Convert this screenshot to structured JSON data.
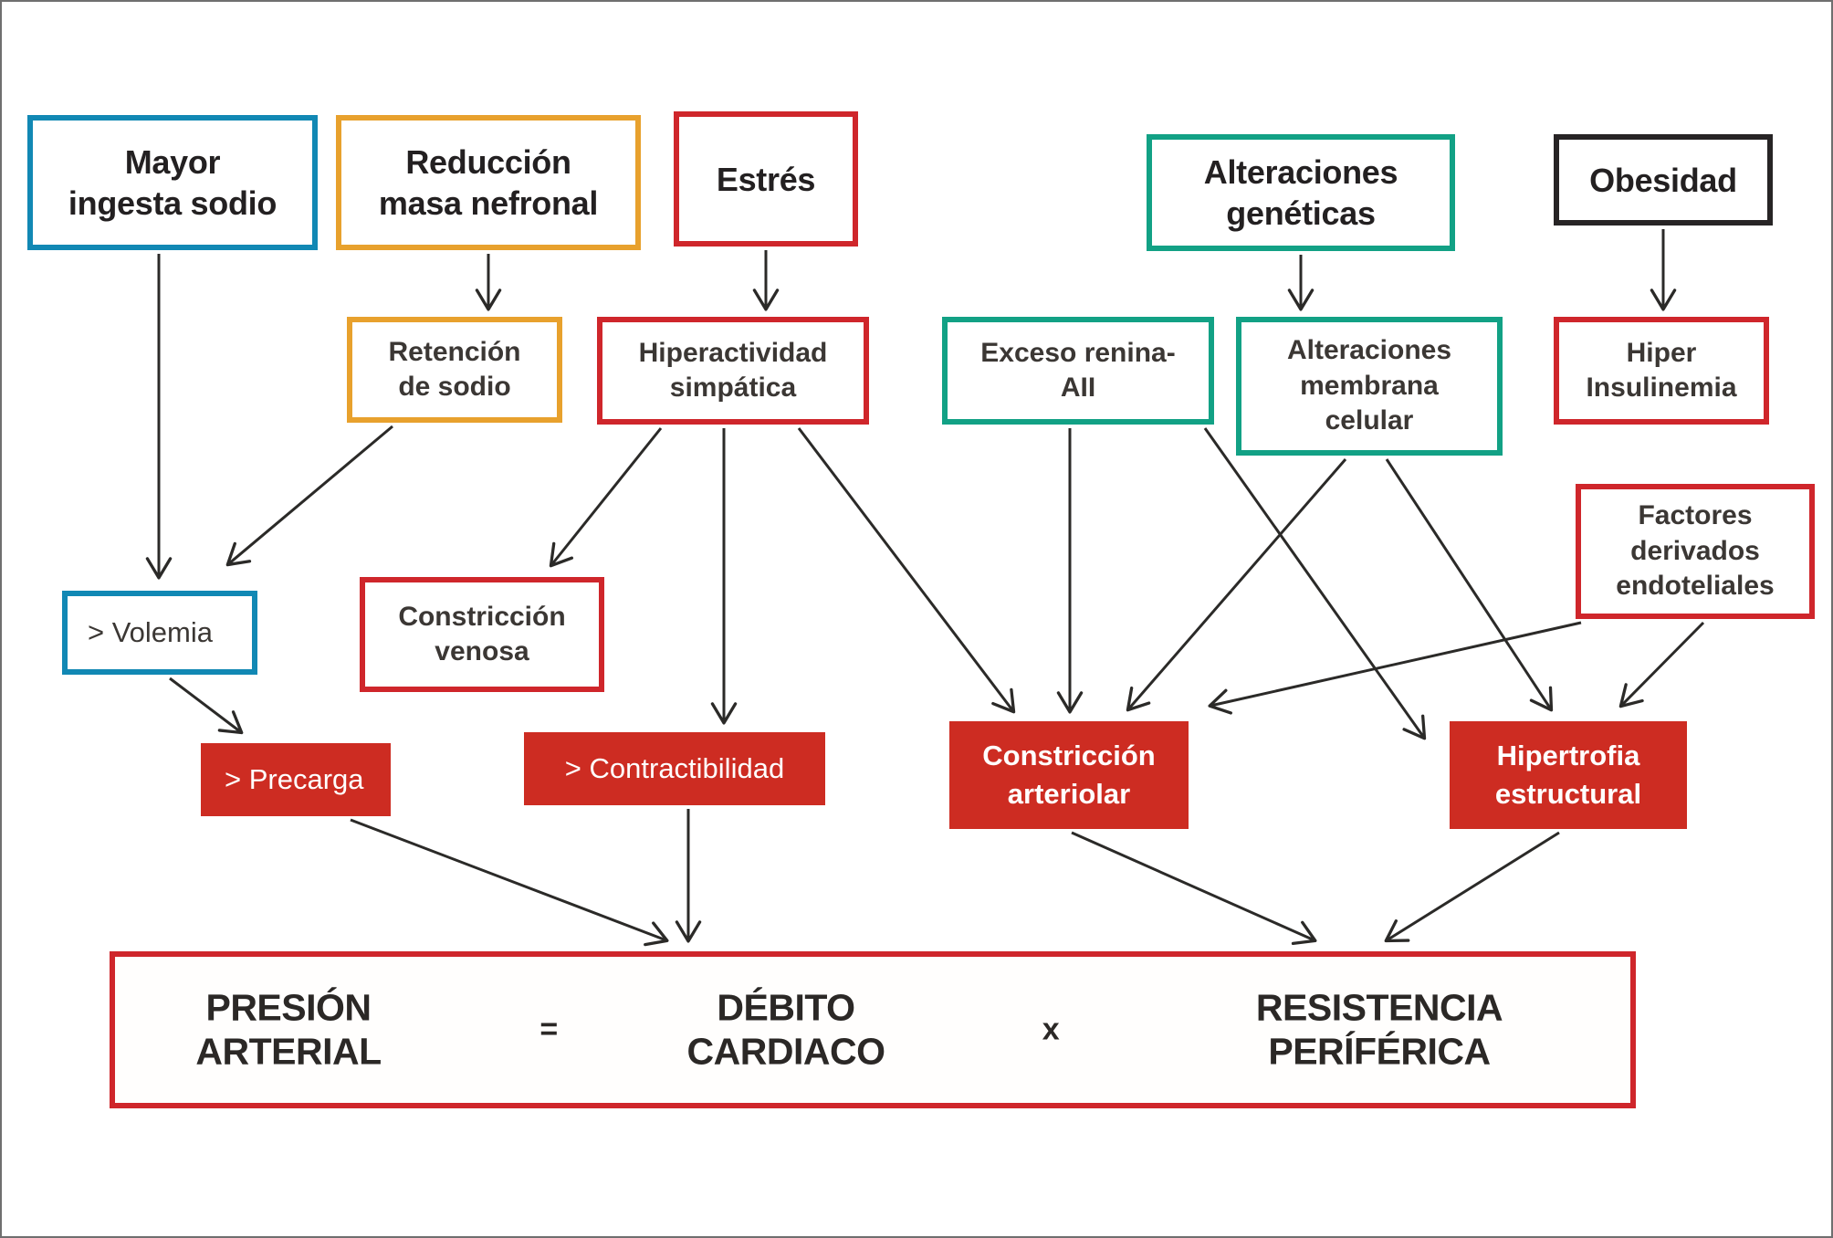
{
  "diagram": {
    "nodes": {
      "mayor_ingesta_sodio": {
        "label": "Mayor\ningesta sodio",
        "border_color": "#1188b4"
      },
      "reduccion_masa_nefronal": {
        "label": "Reducción\nmasa nefronal",
        "border_color": "#e8a12d"
      },
      "estres": {
        "label": "Estrés",
        "border_color": "#cf262b"
      },
      "alteraciones_geneticas": {
        "label": "Alteraciones\ngenéticas",
        "border_color": "#12a185"
      },
      "obesidad": {
        "label": "Obesidad",
        "border_color": "#272425"
      },
      "retencion_sodio": {
        "label": "Retención\nde sodio",
        "border_color": "#e8a12d"
      },
      "hiperactividad_simpatica": {
        "label": "Hiperactividad\nsimpática",
        "border_color": "#cf262b"
      },
      "exceso_renina_aii": {
        "label": "Exceso renina-\nAII",
        "border_color": "#12a185"
      },
      "alteraciones_membrana_celular": {
        "label": "Alteraciones\nmembrana\ncelular",
        "border_color": "#12a185"
      },
      "hiper_insulinemia": {
        "label": "Hiper\nInsulinemia",
        "border_color": "#cf262b"
      },
      "volemia": {
        "label": "> Volemia",
        "border_color": "#1188b4"
      },
      "constriccion_venosa": {
        "label": "Constricción\nvenosa",
        "border_color": "#cf262b"
      },
      "factores_derivados_endoteliales": {
        "label": "Factores\nderivados\nendoteliales",
        "border_color": "#cf262b"
      },
      "precarga": {
        "label": "> Precarga",
        "fill_color": "#cd2c22"
      },
      "contractibilidad": {
        "label": "> Contractibilidad",
        "fill_color": "#cd2c22"
      },
      "constriccion_arteriolar": {
        "label": "Constricción\narteriolar",
        "fill_color": "#cd2c22"
      },
      "hipertrofia_estructural": {
        "label": "Hipertrofia\nestructural",
        "fill_color": "#cd2c22"
      }
    },
    "equation": {
      "presion": "PRESIÓN\nARTERIAL",
      "equals": "=",
      "debito": "DÉBITO\nCARDIACO",
      "times": "x",
      "resistencia": "RESISTENCIA PERÍFÉRICA",
      "border_color": "#cf262b"
    },
    "edges": [
      {
        "from": "mayor_ingesta_sodio",
        "to": "volemia"
      },
      {
        "from": "reduccion_masa_nefronal",
        "to": "retencion_sodio"
      },
      {
        "from": "estres",
        "to": "hiperactividad_simpatica"
      },
      {
        "from": "alteraciones_geneticas",
        "to": "alteraciones_membrana_celular"
      },
      {
        "from": "obesidad",
        "to": "hiper_insulinemia"
      },
      {
        "from": "retencion_sodio",
        "to": "volemia"
      },
      {
        "from": "hiperactividad_simpatica",
        "to": "constriccion_venosa"
      },
      {
        "from": "hiperactividad_simpatica",
        "to": "contractibilidad"
      },
      {
        "from": "hiperactividad_simpatica",
        "to": "constriccion_arteriolar"
      },
      {
        "from": "exceso_renina_aii",
        "to": "constriccion_arteriolar"
      },
      {
        "from": "exceso_renina_aii",
        "to": "hipertrofia_estructural"
      },
      {
        "from": "alteraciones_membrana_celular",
        "to": "constriccion_arteriolar"
      },
      {
        "from": "alteraciones_membrana_celular",
        "to": "hipertrofia_estructural"
      },
      {
        "from": "factores_derivados_endoteliales",
        "to": "constriccion_arteriolar"
      },
      {
        "from": "factores_derivados_endoteliales",
        "to": "hipertrofia_estructural"
      },
      {
        "from": "volemia",
        "to": "precarga"
      },
      {
        "from": "precarga",
        "to": "equation"
      },
      {
        "from": "contractibilidad",
        "to": "equation"
      },
      {
        "from": "constriccion_arteriolar",
        "to": "equation"
      },
      {
        "from": "hipertrofia_estructural",
        "to": "equation"
      }
    ],
    "colors": {
      "cyan": "#1188b4",
      "orange": "#e8a12d",
      "red": "#cf262b",
      "green": "#12a185",
      "black": "#272425",
      "box_fill_red": "#cd2c22",
      "arrow_line": "#2b2a28",
      "frame": "#6f6f6f"
    }
  }
}
